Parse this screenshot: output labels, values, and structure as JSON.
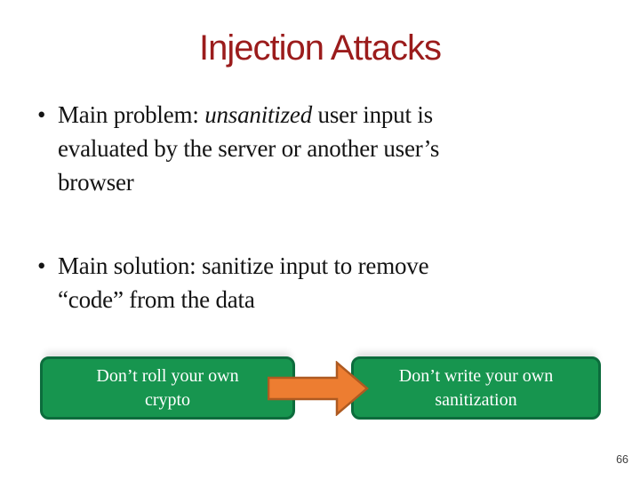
{
  "slide": {
    "title": "Injection Attacks",
    "page_number": "66",
    "bullet_marker": "•",
    "bullets": {
      "problem": {
        "line1_pre": "Main problem: ",
        "line1_em": "unsanitized",
        "line1_post": " user input is",
        "line2": "evaluated by the server or another user’s",
        "line3": "browser"
      },
      "solution": {
        "line1": "Main solution: sanitize input to remove",
        "line2": "“code” from the data"
      }
    },
    "callouts": {
      "left": {
        "line1": "Don’t roll your own",
        "line2": "crypto"
      },
      "right": {
        "line1": "Don’t write your own",
        "line2": "sanitization"
      }
    },
    "colors": {
      "title_text": "#9B1C1C",
      "body_text": "#141414",
      "callout_fill": "#17954F",
      "callout_border": "#0C6C3C",
      "callout_text": "#FFFFFF",
      "arrow_fill": "#ED7D31",
      "arrow_border": "#AE5A21",
      "page_number_text": "#404040"
    }
  }
}
